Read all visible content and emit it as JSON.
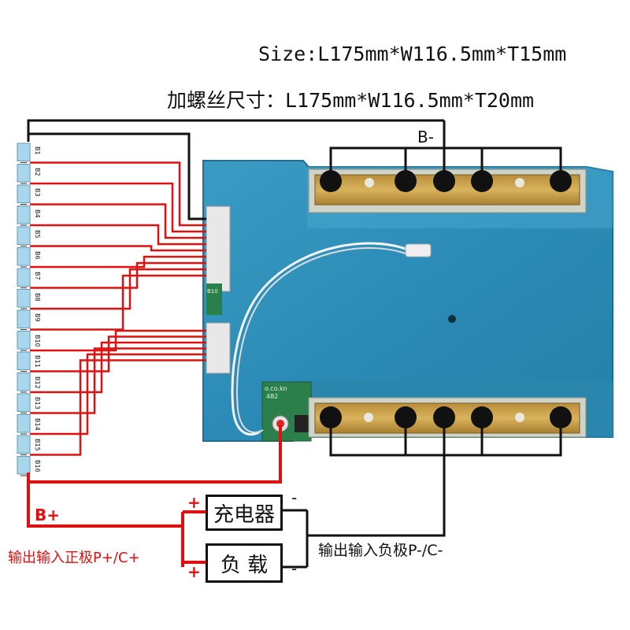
{
  "dimensions": {
    "size_line": "Size:L175mm*W116.5mm*T15mm",
    "screw_line": "加螺丝尺寸：L175mm*W116.5mm*T20mm"
  },
  "cells": [
    "B1",
    "B2",
    "B3",
    "B4",
    "B5",
    "B6",
    "B7",
    "B8",
    "B9",
    "B10",
    "B11",
    "B12",
    "B13",
    "B14",
    "B15",
    "B16"
  ],
  "labels": {
    "b_minus": "B-",
    "b_plus": "B+",
    "charger": "充电器",
    "load": "负 载",
    "positive_io": "输出输入正极P+/C+",
    "negative_io": "输出输入负极P-/C-",
    "plus": "+",
    "minus": "-"
  },
  "board_text": {
    "site": "o.co.kn",
    "code": "482",
    "conn_b10": "B10"
  },
  "colors": {
    "red_wire": "#e01010",
    "black_wire": "#111111",
    "pcb": "#2e8fb8",
    "copper_bar": "#c9a04a"
  }
}
